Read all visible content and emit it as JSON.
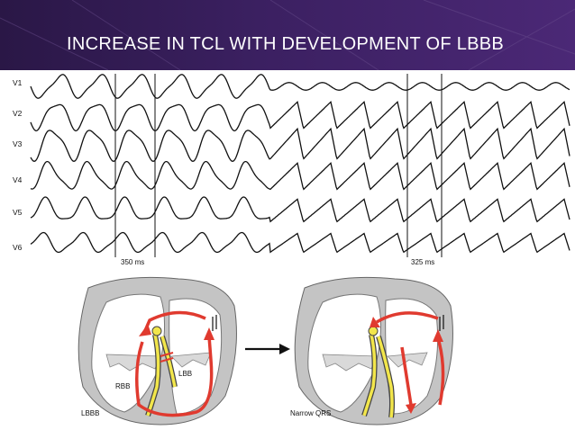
{
  "slide": {
    "title": "INCREASE IN TCL WITH DEVELOPMENT OF LBBB"
  },
  "ecg": {
    "leads": [
      "V1",
      "V2",
      "V3",
      "V4",
      "V5",
      "V6"
    ],
    "intervals": [
      "350 ms",
      "325 ms"
    ]
  },
  "diagram": {
    "left_labels": {
      "lbb": "LBB",
      "rbb": "RBB",
      "state": "LBBB"
    },
    "right_labels": {
      "state": "Narrow QRS"
    },
    "colors": {
      "circuit_arrow": "#e03a2f",
      "bundle": "#f2e64b",
      "heart_fill": "#bfbfbf",
      "header": "#3b2061"
    }
  }
}
